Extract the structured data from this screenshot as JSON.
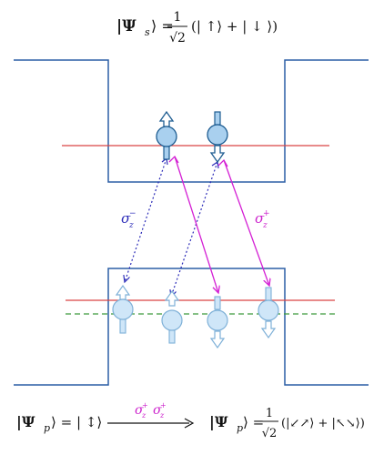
{
  "colors": {
    "well": "#2b5fa5",
    "level_red": "#d94545",
    "level_green": "#3f9a3f",
    "sigma_minus": "#2b2bb8",
    "sigma_plus": "#d420d4",
    "ball_fill": "#a9d0ef",
    "ball_stroke": "#1d5c91",
    "pale_fill": "#cfe6f8",
    "pale_stroke": "#7fb1d8"
  },
  "top_equation": {
    "lhs": "|Ψ",
    "lhs_sub": "s",
    "lhs_close": "⟩ =",
    "numerator": "1",
    "denominator": "√2",
    "rhs": "(| ↑⟩ + | ↓ ⟩)"
  },
  "labels": {
    "sigma_minus": "σ",
    "sigma_minus_sub": "z",
    "sigma_minus_sup": "−",
    "sigma_plus": "σ",
    "sigma_plus_sub": "z",
    "sigma_plus_sup": "+"
  },
  "bottom_equation": {
    "left": "|Ψ",
    "left_sub": "p",
    "left_close": "⟩ = | ↕⟩",
    "arrow_label_1": "σ",
    "arrow_label_1_sub": "z",
    "arrow_label_1_sup": "+",
    "arrow_label_2": "σ",
    "arrow_label_2_sub": "z",
    "arrow_label_2_sup": "+",
    "right": "|Ψ",
    "right_sub": "p",
    "right_close": "⟩ =",
    "numerator": "1",
    "denominator": "√2",
    "rhs": "(|↙↗⟩ + |↖↘⟩)"
  },
  "spins": {
    "top": [
      "up",
      "down"
    ],
    "bottom": [
      "up-pale",
      "up-pale",
      "down-pale",
      "down-pale"
    ]
  }
}
